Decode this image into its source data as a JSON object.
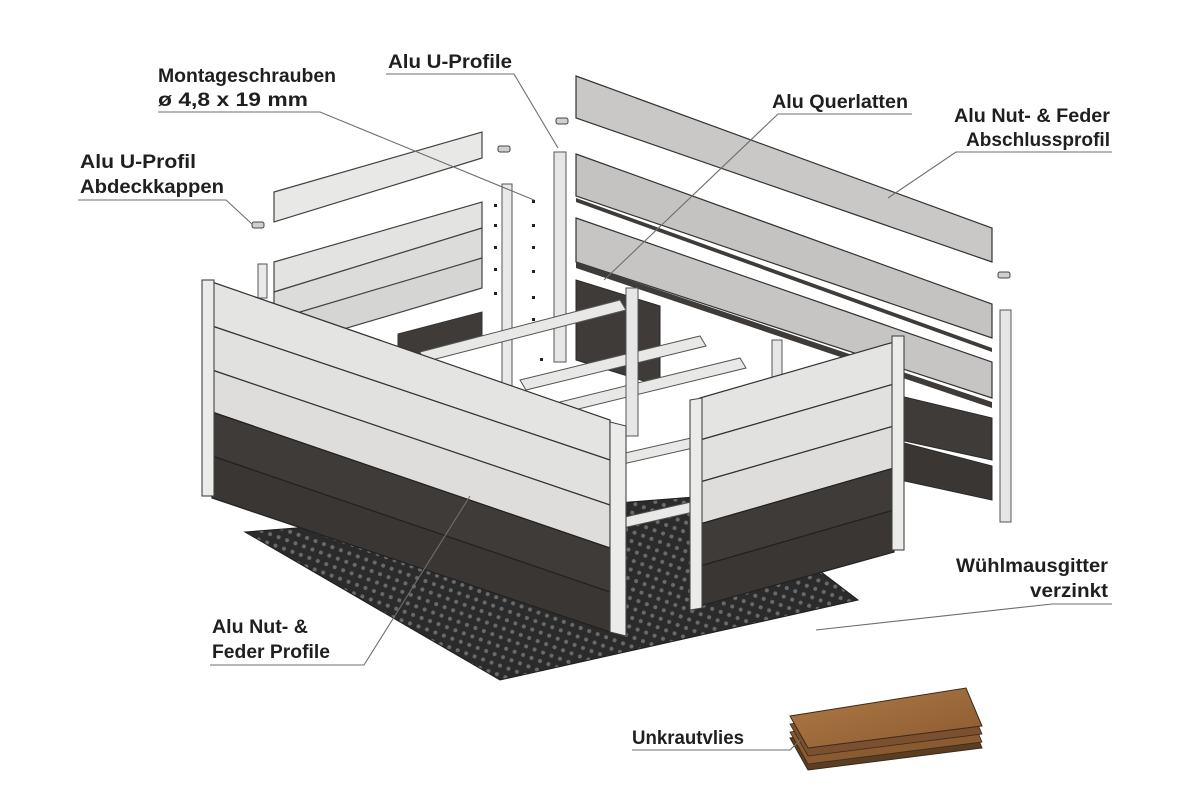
{
  "labels": {
    "screws": [
      "Montageschrauben",
      "ø 4,8 x 19 mm"
    ],
    "u_profile": [
      "Alu U-Profile"
    ],
    "cross_bars": [
      "Alu Querlatten"
    ],
    "end_profile": [
      "Alu Nut- & Feder",
      "Abschlussprofil"
    ],
    "caps": [
      "Alu U-Profil",
      "Abdeckkappen"
    ],
    "mesh": [
      "Wühlmausgitter",
      "verzinkt"
    ],
    "tongue_groove": [
      "Alu Nut- &",
      "Feder Profile"
    ],
    "fleece": [
      "Unkrautvlies"
    ]
  },
  "colors": {
    "light_panel": "#e4e4e2",
    "mid_panel": "#c9c8c6",
    "dark_panel": "#3f3b38",
    "mesh": "#2e2e2e",
    "fleece": "#9a6a3e",
    "leader": "#6e6e6e"
  }
}
